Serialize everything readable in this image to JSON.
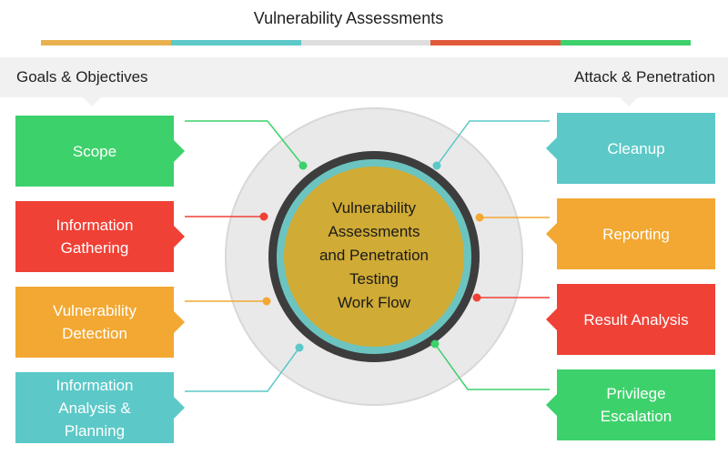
{
  "header": {
    "title": "Vulnerability Assessments",
    "bar_colors": [
      "#e8b04f",
      "#5cc8c8",
      "#dddddd",
      "#e05a3a",
      "#3dd16c"
    ]
  },
  "band": {
    "left_label": "Goals & Objectives",
    "right_label": "Attack & Penetration"
  },
  "center": {
    "label": "Vulnerability\nAssessments\nand Penetration\nTesting\nWork Flow",
    "fill_color": "#d0ab35",
    "ring_color": "#6cc4c0",
    "outer_color": "#e9e9e9"
  },
  "left_steps": [
    {
      "label": "Scope",
      "color": "#3dd16c"
    },
    {
      "label": "Information\nGathering",
      "color": "#ef4136"
    },
    {
      "label": "Vulnerability\nDetection",
      "color": "#f2a832"
    },
    {
      "label": "Information\nAnalysis &\nPlanning",
      "color": "#5cc8c8"
    }
  ],
  "right_steps": [
    {
      "label": "Cleanup",
      "color": "#5cc8c8"
    },
    {
      "label": "Reporting",
      "color": "#f2a832"
    },
    {
      "label": "Result Analysis",
      "color": "#ef4136"
    },
    {
      "label": "Privilege\nEscalation",
      "color": "#3dd16c"
    }
  ]
}
